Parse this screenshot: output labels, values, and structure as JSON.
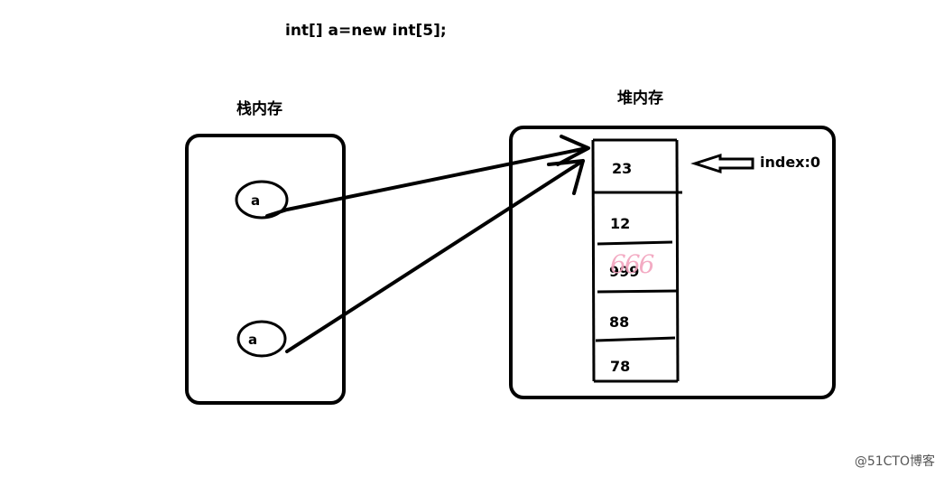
{
  "code": "int[] a=new int[5];",
  "stack": {
    "title": "栈内存",
    "vars": [
      "a",
      "a"
    ]
  },
  "heap": {
    "title": "堆内存",
    "values": [
      "23",
      "12",
      "999",
      "88",
      "78"
    ],
    "index_label": "index:0",
    "scribble": "666"
  },
  "watermark": "@51CTO博客"
}
